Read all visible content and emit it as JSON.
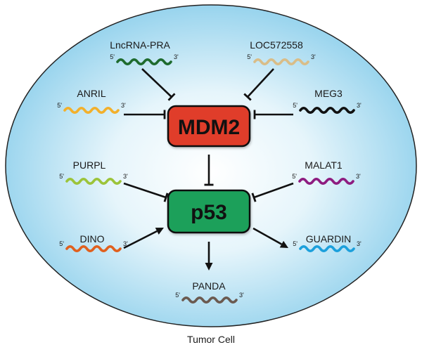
{
  "caption": "Tumor Cell",
  "prime5": "5'",
  "prime3": "3'",
  "colors": {
    "cell_center": "#ffffff",
    "cell_edge": "#8fd0ec",
    "cell_stroke": "#222222",
    "mdm2_fill": "#e03c2b",
    "p53_fill": "#1aa05a"
  },
  "hubs": {
    "mdm2": "MDM2",
    "p53": "p53"
  },
  "lncrnas": [
    {
      "id": "lncrna-pra",
      "label": "LncRNA-PRA",
      "color": "#1e6b2e"
    },
    {
      "id": "loc572558",
      "label": "LOC572558",
      "color": "#d9bd88"
    },
    {
      "id": "anril",
      "label": "ANRIL",
      "color": "#f2b02c"
    },
    {
      "id": "meg3",
      "label": "MEG3",
      "color": "#111111"
    },
    {
      "id": "purpl",
      "label": "PURPL",
      "color": "#9cc43a"
    },
    {
      "id": "malat1",
      "label": "MALAT1",
      "color": "#8e1c80"
    },
    {
      "id": "dino",
      "label": "DINO",
      "color": "#e0601e"
    },
    {
      "id": "guardin",
      "label": "GUARDIN",
      "color": "#1ca0dc"
    },
    {
      "id": "panda",
      "label": "PANDA",
      "color": "#6b5a50"
    }
  ],
  "edges": [
    {
      "from": "LncRNA-PRA",
      "to": "MDM2",
      "type": "inhibits"
    },
    {
      "from": "LOC572558",
      "to": "MDM2",
      "type": "inhibits"
    },
    {
      "from": "ANRIL",
      "to": "MDM2",
      "type": "inhibits"
    },
    {
      "from": "MEG3",
      "to": "MDM2",
      "type": "inhibits"
    },
    {
      "from": "MDM2",
      "to": "p53",
      "type": "inhibits"
    },
    {
      "from": "PURPL",
      "to": "p53",
      "type": "inhibits"
    },
    {
      "from": "MALAT1",
      "to": "p53",
      "type": "inhibits"
    },
    {
      "from": "DINO",
      "to": "p53",
      "type": "activates"
    },
    {
      "from": "p53",
      "to": "GUARDIN",
      "type": "activates"
    },
    {
      "from": "p53",
      "to": "PANDA",
      "type": "activates"
    }
  ]
}
